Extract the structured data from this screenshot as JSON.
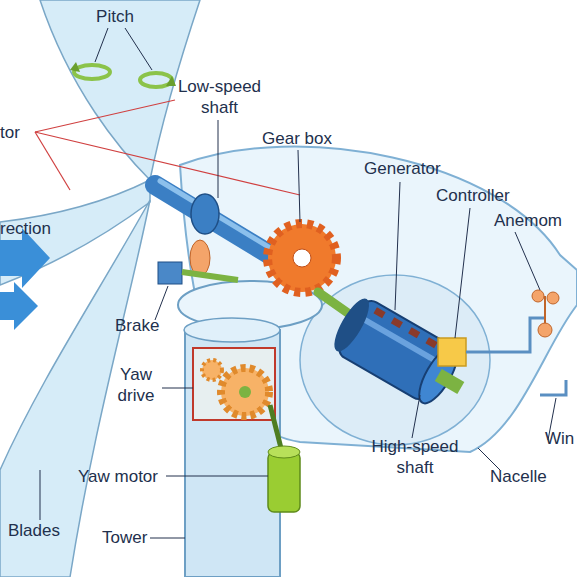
{
  "diagram": {
    "labels": [
      "Pitch",
      "tor",
      "Low-speed shaft",
      "Gear box",
      "Generator",
      "Controller",
      "Anemom",
      "rection",
      "Brake",
      "Yaw drive",
      "Win",
      "Yaw motor",
      "High-speed shaft",
      "Nacelle",
      "Blades",
      "Tower"
    ]
  }
}
